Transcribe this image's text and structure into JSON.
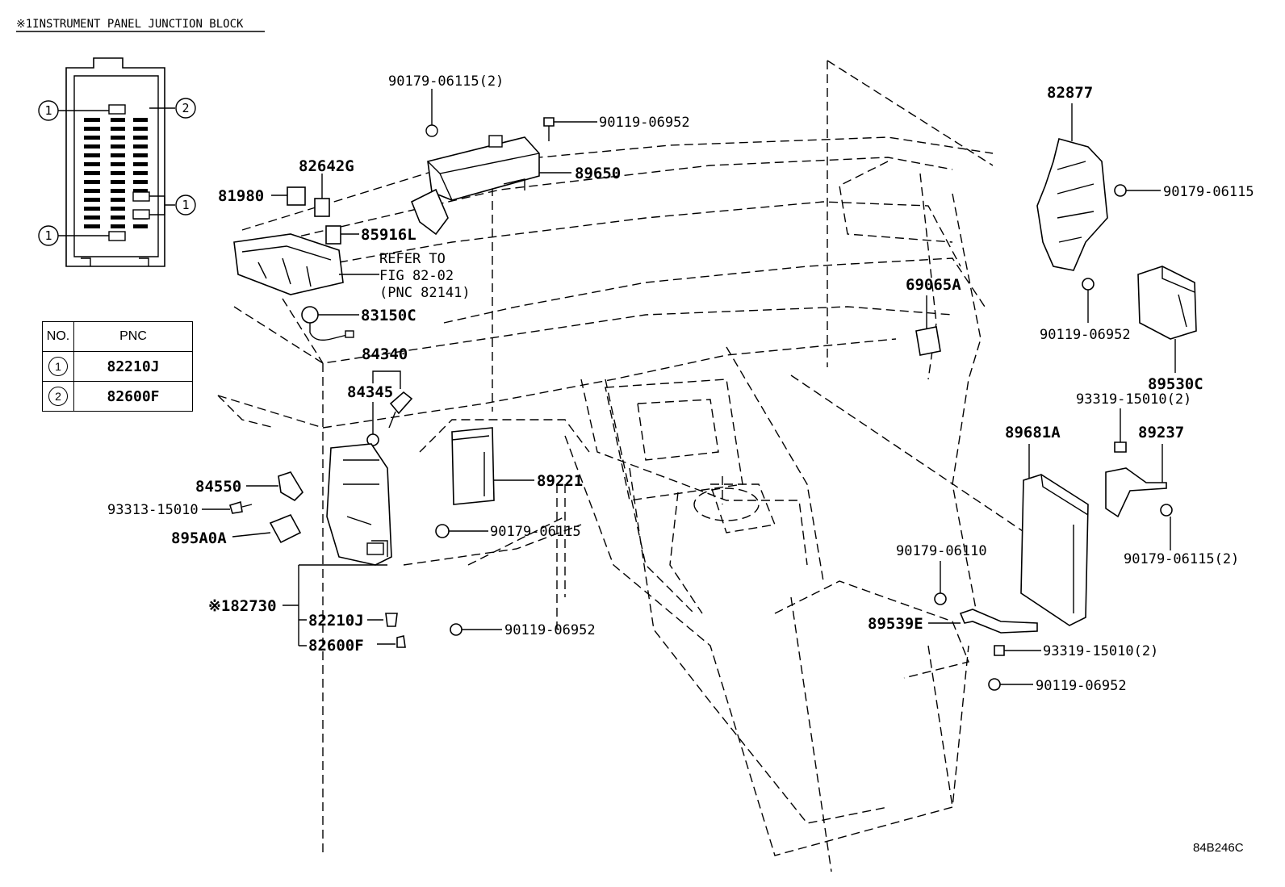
{
  "header": {
    "title": "※1INSTRUMENT PANEL JUNCTION BLOCK"
  },
  "figure_id": "84B246C",
  "junction_block": {
    "callout_1": "1",
    "callout_2": "2"
  },
  "pnc_table": {
    "col_no": "NO.",
    "col_pnc": "PNC",
    "rows": [
      {
        "no": "1",
        "pnc": "82210J"
      },
      {
        "no": "2",
        "pnc": "82600F"
      }
    ]
  },
  "refer": {
    "line1": "REFER TO",
    "line2": "FIG 82-02",
    "line3": "(PNC 82141)"
  },
  "labels": {
    "p90179_06115_2_top": "90179-06115(2)",
    "p90119_06952_top": "90119-06952",
    "p89650": "89650",
    "p82642G": "82642G",
    "p81980": "81980",
    "p85916L": "85916L",
    "p83150C": "83150C",
    "p84340": "84340",
    "p84345": "84345",
    "p84550": "84550",
    "p93313_15010": "93313-15010",
    "p895A0A": "895A0A",
    "p82730": "※182730",
    "p82210J": "82210J",
    "p82600F": "82600F",
    "p89221": "89221",
    "p90179_06115_mid": "90179-06115",
    "p90119_06952_bottom": "90119-06952",
    "p69065A": "69065A",
    "p82877": "82877",
    "p90179_06115_right": "90179-06115",
    "p90119_06952_right": "90119-06952",
    "p89530C": "89530C",
    "p93319_15010_2_top": "93319-15010(2)",
    "p89681A": "89681A",
    "p89237": "89237",
    "p90179_06115_2_right": "90179-06115(2)",
    "p90179_06110": "90179-06110",
    "p89539E": "89539E",
    "p93319_15010_2_bottom": "93319-15010(2)",
    "p90119_06952_bottom_right": "90119-06952"
  }
}
